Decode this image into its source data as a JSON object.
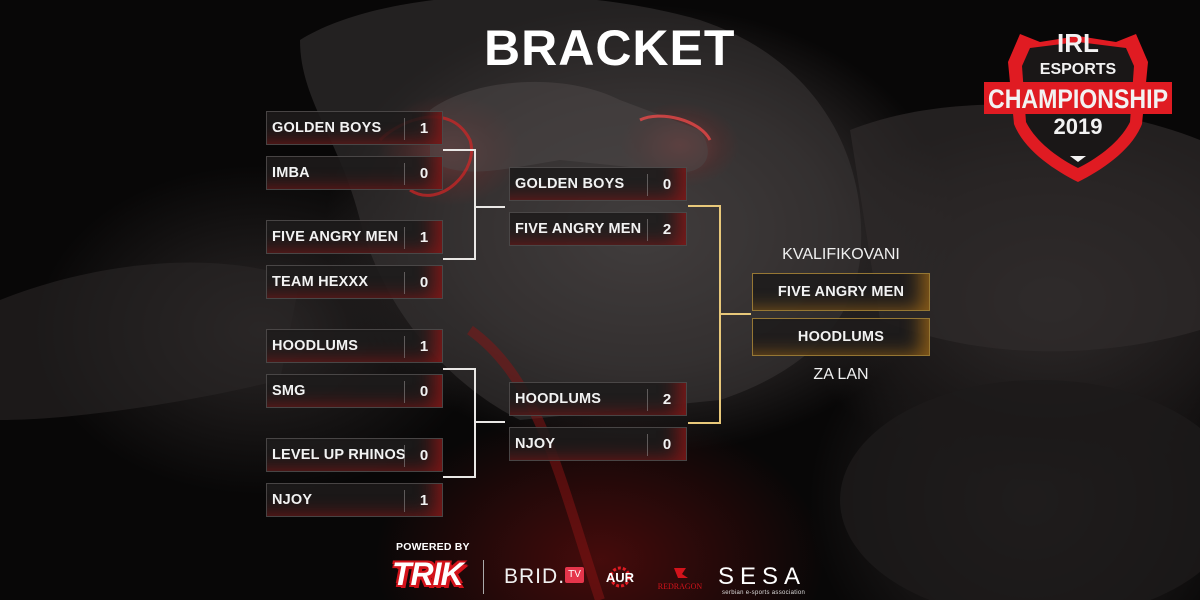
{
  "title": "BRACKET",
  "logo": {
    "line1": "IRL",
    "line2": "ESPORTS",
    "line3": "CHAMPIONSHIP",
    "line4": "2019",
    "accent_color": "#e01b22"
  },
  "round1": [
    {
      "team1": {
        "name": "GOLDEN BOYS",
        "score": "1"
      },
      "team2": {
        "name": "IMBA",
        "score": "0"
      }
    },
    {
      "team1": {
        "name": "FIVE ANGRY MEN",
        "score": "1"
      },
      "team2": {
        "name": "TEAM HEXXX",
        "score": "0"
      }
    },
    {
      "team1": {
        "name": "HOODLUMS",
        "score": "1"
      },
      "team2": {
        "name": "SMG",
        "score": "0"
      }
    },
    {
      "team1": {
        "name": "LEVEL UP RHINOS",
        "score": "0"
      },
      "team2": {
        "name": "NJOY",
        "score": "1"
      }
    }
  ],
  "round2": [
    {
      "team1": {
        "name": "GOLDEN BOYS",
        "score": "0"
      },
      "team2": {
        "name": "FIVE ANGRY MEN",
        "score": "2"
      }
    },
    {
      "team1": {
        "name": "HOODLUMS",
        "score": "2"
      },
      "team2": {
        "name": "NJOY",
        "score": "0"
      }
    }
  ],
  "final": {
    "header": "KVALIFIKOVANI",
    "teams": [
      "FIVE ANGRY MEN",
      "HOODLUMS"
    ],
    "footer": "ZA LAN"
  },
  "sponsors": {
    "powered_by": "POWERED BY",
    "main": "TRIK",
    "list": [
      {
        "name": "BRID",
        "suffix": ".",
        "badge": "TV"
      },
      {
        "name": "AUR"
      },
      {
        "name": "REDRAGON"
      },
      {
        "name": "SESA",
        "subtitle": "serbian e-sports association"
      }
    ]
  },
  "colors": {
    "connector_round1": "#e9e7e5",
    "connector_round2": "#e8c87a",
    "box_glow": "#c81414",
    "final_glow": "#dc8c14"
  }
}
